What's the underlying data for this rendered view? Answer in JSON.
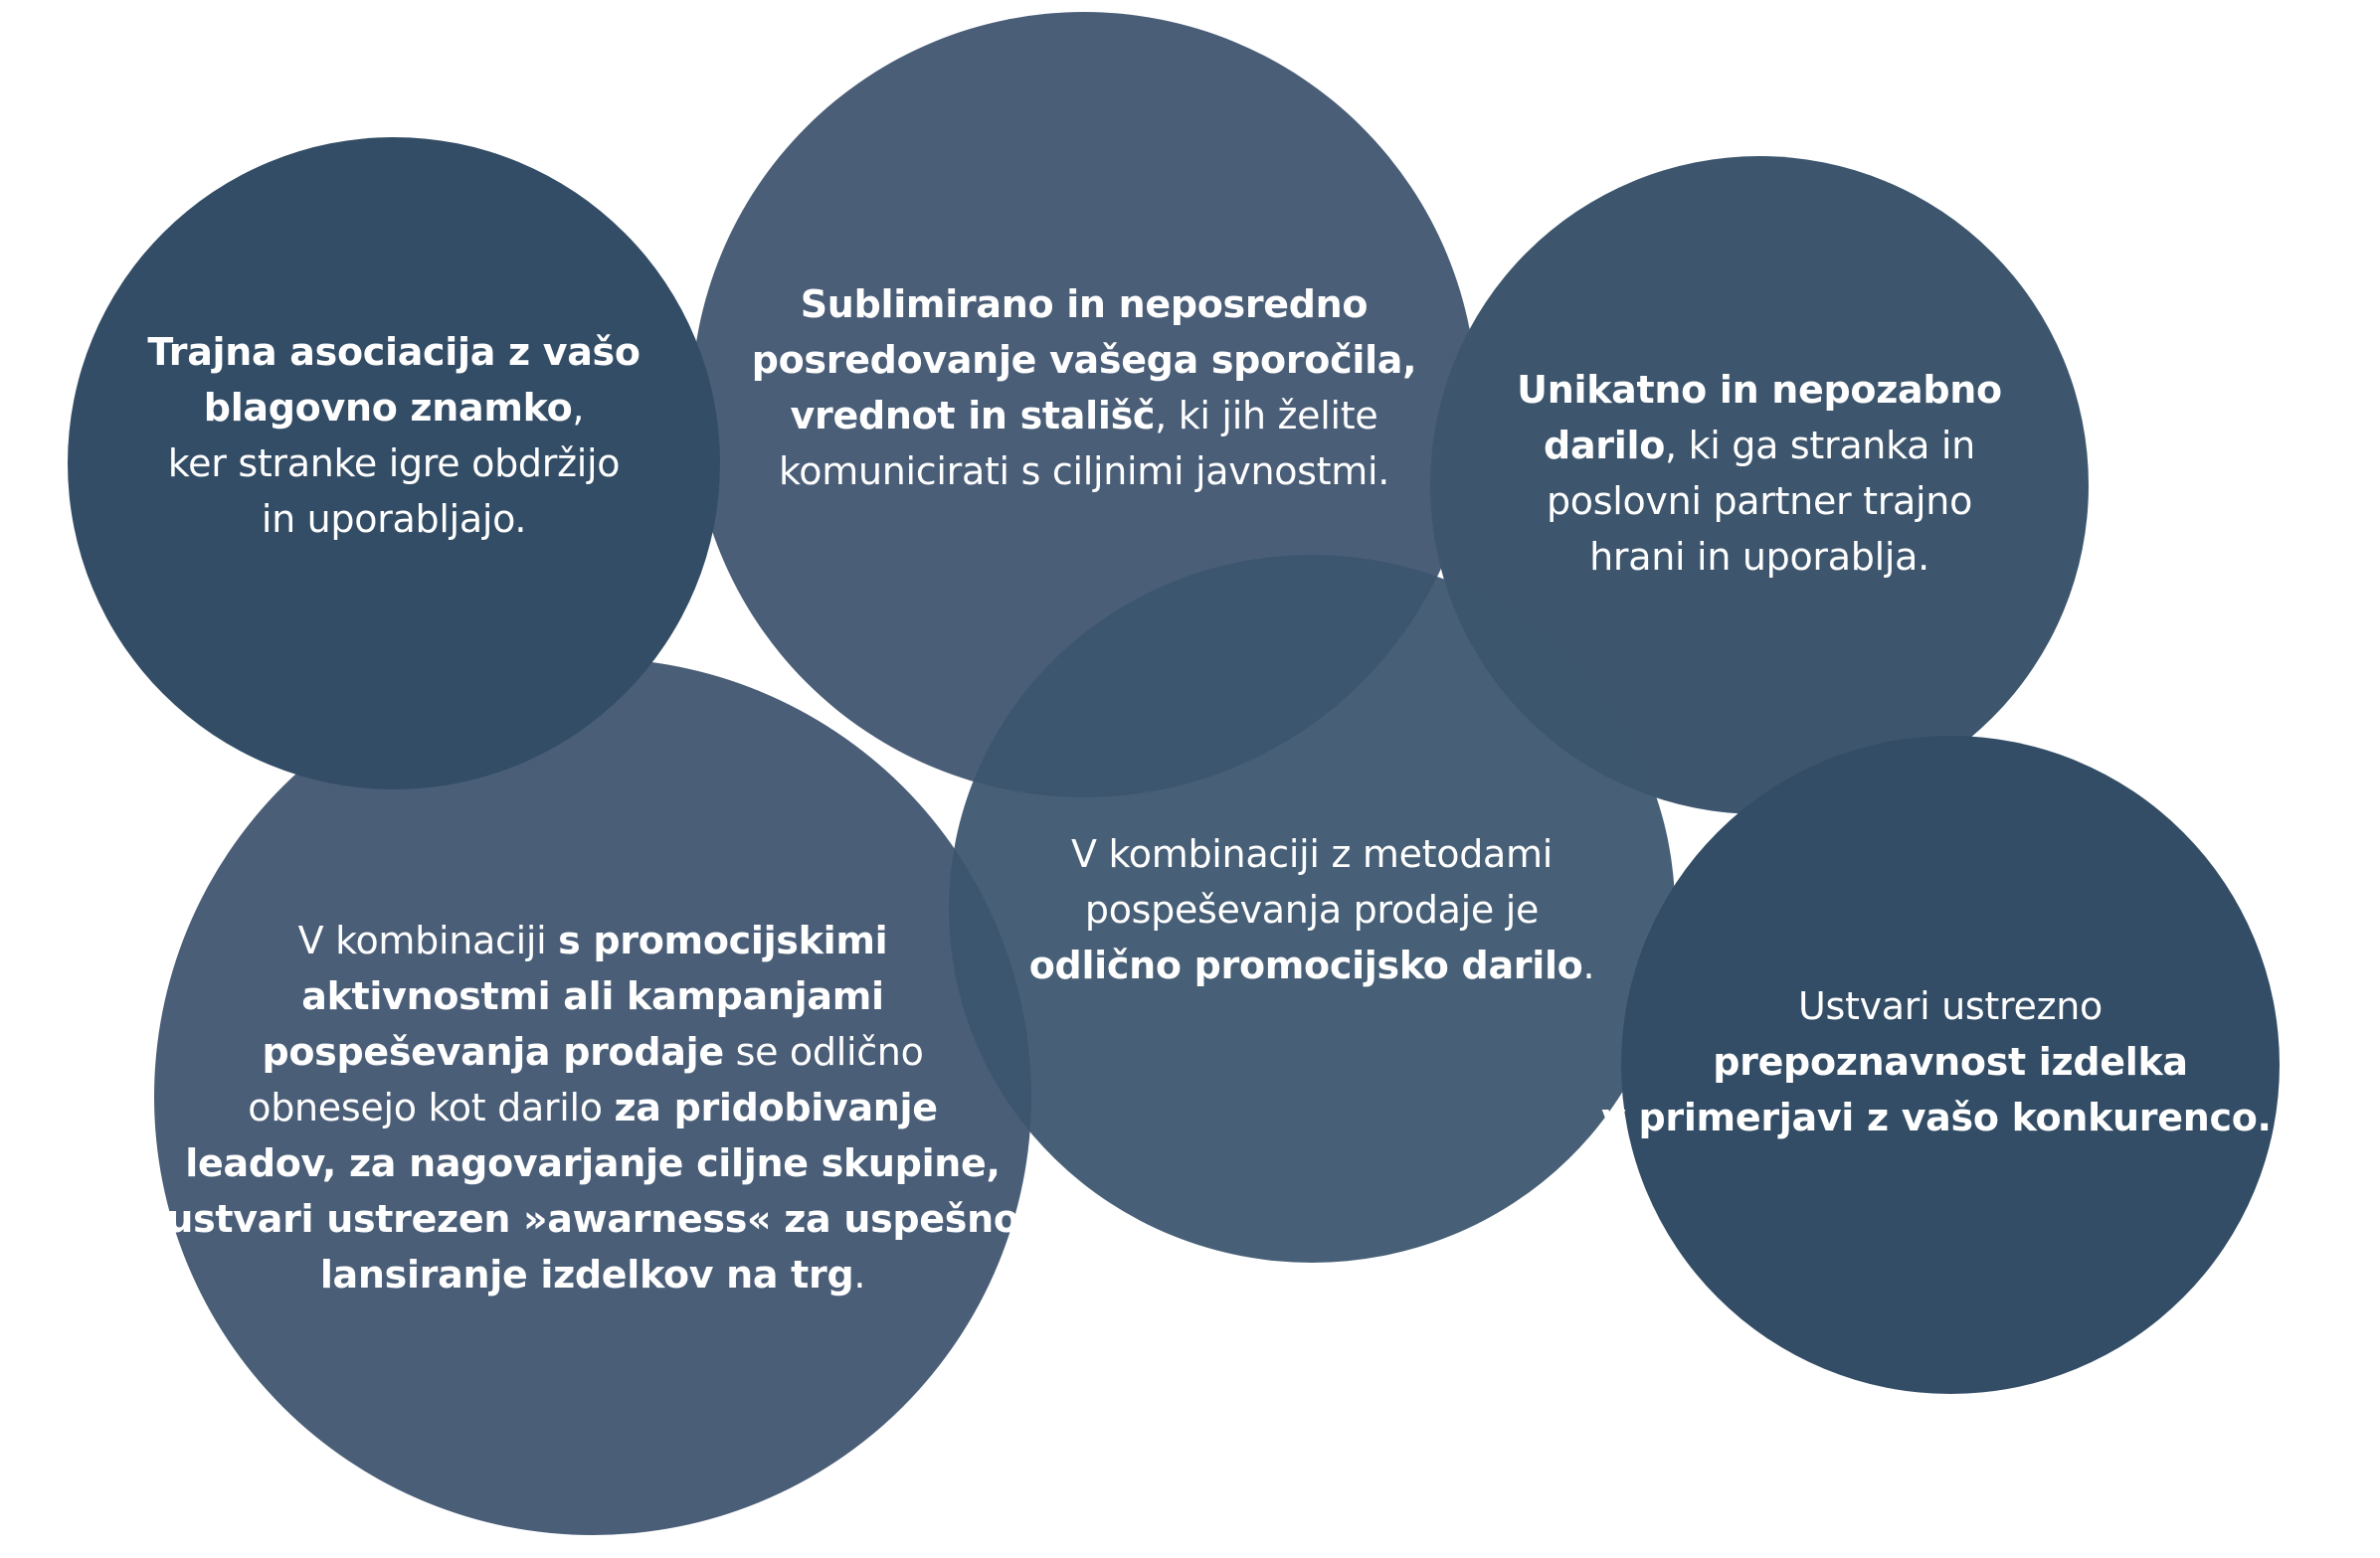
{
  "colors": {
    "bubble_dark": "#334d66",
    "bubble_mid": "#4a5e78",
    "bubble_slate": "#3d566e",
    "overlap_darker": "#2c4660",
    "text": "#ffffff"
  },
  "bubbles": [
    {
      "id": "trajna-asociacija",
      "color": "#334d66",
      "lines": [
        [
          {
            "t": "Trajna asociacija z vašo",
            "b": true
          }
        ],
        [
          {
            "t": "blagovno znamko",
            "b": true
          },
          {
            "t": ",",
            "b": false
          }
        ],
        [
          {
            "t": "ker stranke igre obdržijo",
            "b": false
          }
        ],
        [
          {
            "t": "in uporabljajo.",
            "b": false
          }
        ]
      ]
    },
    {
      "id": "sublimirano",
      "color": "#4a5e78",
      "lines": [
        [
          {
            "t": "Sublimirano in neposredno",
            "b": true
          }
        ],
        [
          {
            "t": "posredovanje vašega sporočila,",
            "b": true
          }
        ],
        [
          {
            "t": "vrednot in stališč",
            "b": true
          },
          {
            "t": ", ki jih želite",
            "b": false
          }
        ],
        [
          {
            "t": "komunicirati s ciljnimi javnostmi.",
            "b": false
          }
        ]
      ]
    },
    {
      "id": "unikatno-darilo",
      "color": "#3d566e",
      "lines": [
        [
          {
            "t": "Unikatno in nepozabno",
            "b": true
          }
        ],
        [
          {
            "t": "darilo",
            "b": true
          },
          {
            "t": ", ki ga stranka in",
            "b": false
          }
        ],
        [
          {
            "t": "poslovni partner trajno",
            "b": false
          }
        ],
        [
          {
            "t": "hrani in uporablja.",
            "b": false
          }
        ]
      ]
    },
    {
      "id": "promocijske-aktivnosti",
      "color": "#4a5e78",
      "lines": [
        [
          {
            "t": "V kombinaciji ",
            "b": false
          },
          {
            "t": "s promocijskimi",
            "b": true
          }
        ],
        [
          {
            "t": "aktivnostmi ali kampanjami",
            "b": true
          }
        ],
        [
          {
            "t": "pospeševanja prodaje",
            "b": true
          },
          {
            "t": " se odlično",
            "b": false
          }
        ],
        [
          {
            "t": "obnesejo kot darilo ",
            "b": false
          },
          {
            "t": "za pridobivanje",
            "b": true
          }
        ],
        [
          {
            "t": "leadov, za nagovarjanje ciljne skupine,",
            "b": true
          }
        ],
        [
          {
            "t": "ustvari ustrezen »awarness« za uspešno",
            "b": true
          }
        ],
        [
          {
            "t": "lansiranje izdelkov na trg",
            "b": true
          },
          {
            "t": ".",
            "b": false
          }
        ]
      ]
    },
    {
      "id": "promocijsko-darilo",
      "color": "#3d566e",
      "lines": [
        [
          {
            "t": "V kombinaciji z metodami",
            "b": false
          }
        ],
        [
          {
            "t": "pospeševanja prodaje je",
            "b": false
          }
        ],
        [
          {
            "t": "odlično promocijsko darilo",
            "b": true
          },
          {
            "t": ".",
            "b": false
          }
        ]
      ]
    },
    {
      "id": "prepoznavnost",
      "color": "#334d66",
      "lines": [
        [
          {
            "t": "Ustvari ustrezno",
            "b": false
          }
        ],
        [
          {
            "t": "prepoznavnost izdelka",
            "b": true
          }
        ],
        [
          {
            "t": "v primerjavi z vašo konkurenco...",
            "b": true
          }
        ]
      ]
    }
  ]
}
